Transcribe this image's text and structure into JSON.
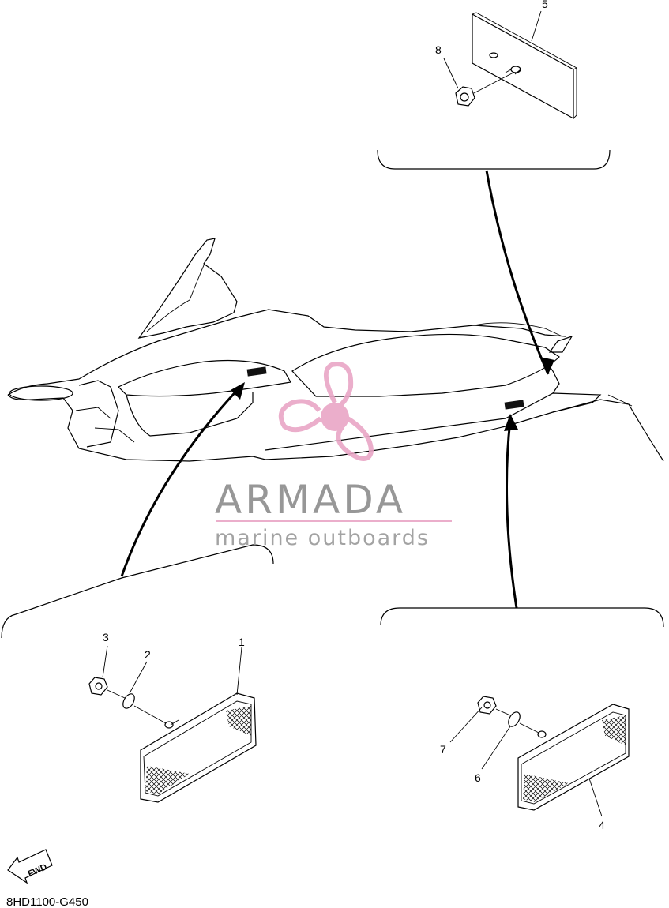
{
  "diagram": {
    "callouts": [
      {
        "id": "1",
        "label": "1"
      },
      {
        "id": "2",
        "label": "2"
      },
      {
        "id": "3",
        "label": "3"
      },
      {
        "id": "4",
        "label": "4"
      },
      {
        "id": "5",
        "label": "5"
      },
      {
        "id": "6",
        "label": "6"
      },
      {
        "id": "7",
        "label": "7"
      },
      {
        "id": "8",
        "label": "8"
      }
    ],
    "fwd_label": "FWD",
    "drawing_code": "8HD1100-G450"
  },
  "watermark": {
    "title": "ARMADA",
    "subtitle": "marine outboards",
    "colors": {
      "pink": "#e9a6c6",
      "gray": "#8c8c8c"
    }
  }
}
